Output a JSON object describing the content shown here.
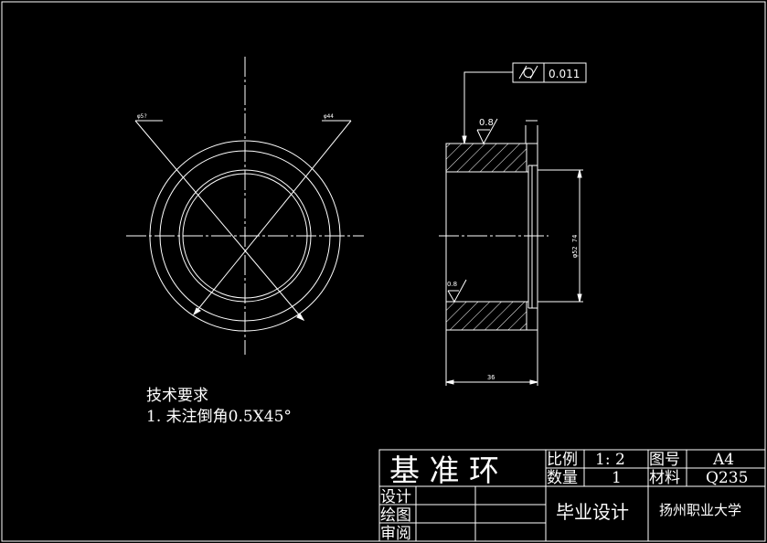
{
  "tolerance": {
    "symbol": "/O/",
    "value": "0.011"
  },
  "annotations": {
    "surface_finish_top": "0.8",
    "surface_finish_bottom": "0.8",
    "dia_left_1": "φ5?",
    "dia_left_2": "φ44",
    "dia_right": "φ52 74",
    "width_dim": "36"
  },
  "notes": {
    "title": "技术要求",
    "line1": "1. 未注倒角0.5X45°"
  },
  "title_block": {
    "part_name": "基 准 环",
    "scale_label": "比例",
    "scale_value": "1: 2",
    "drawing_no_label": "图号",
    "drawing_no_value": "A4",
    "qty_label": "数量",
    "qty_value": "1",
    "material_label": "材料",
    "material_value": "Q235",
    "design_label": "设计",
    "draw_label": "绘图",
    "review_label": "审阅",
    "project": "毕业设计",
    "school": "扬州职业大学"
  },
  "colors": {
    "background": "#000000",
    "lines": "#ffffff"
  }
}
